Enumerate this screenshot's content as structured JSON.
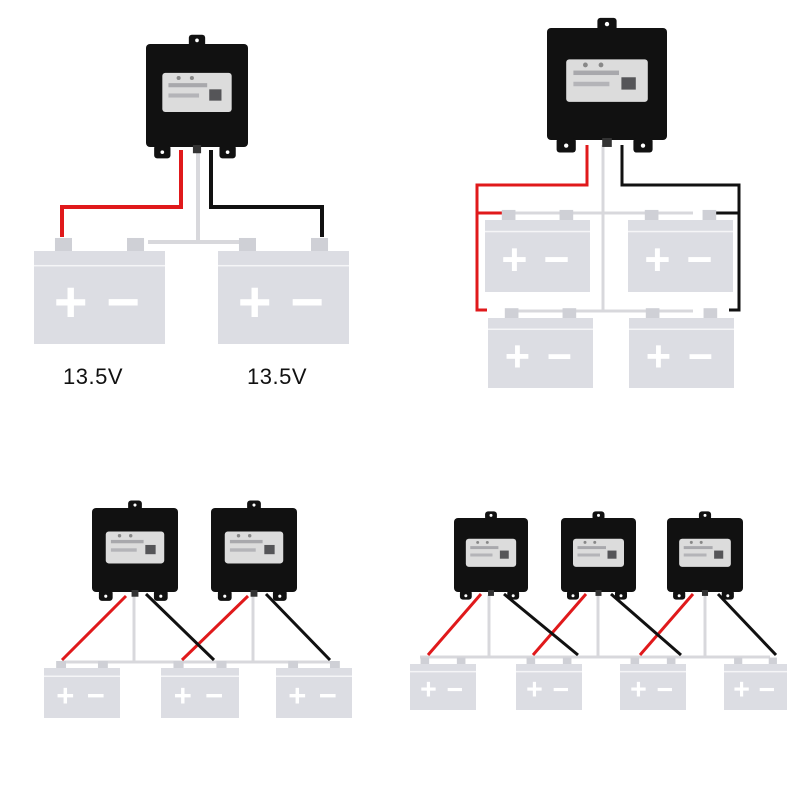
{
  "colors": {
    "background": "#ffffff",
    "device_body": "#111111",
    "device_label": "#dcdcdc",
    "battery": "#dcdde3",
    "battery_terminal": "#cfd0d6",
    "battery_symbol": "#ffffff",
    "positive_wire": "#e0191b",
    "negative_wire": "#111111",
    "link_wire": "#d8d8dc"
  },
  "battery_symbols": {
    "plus": "+",
    "minus": "−"
  },
  "voltages": [
    "13.5V",
    "13.5V"
  ],
  "panels": [
    {
      "name": "two-battery-single-balancer",
      "balancers": 1,
      "batteries": 2
    },
    {
      "name": "four-battery-single-balancer",
      "balancers": 1,
      "batteries": 4
    },
    {
      "name": "three-battery-two-balancers",
      "balancers": 2,
      "batteries": 3
    },
    {
      "name": "four-battery-three-balancers",
      "balancers": 3,
      "batteries": 4
    }
  ]
}
